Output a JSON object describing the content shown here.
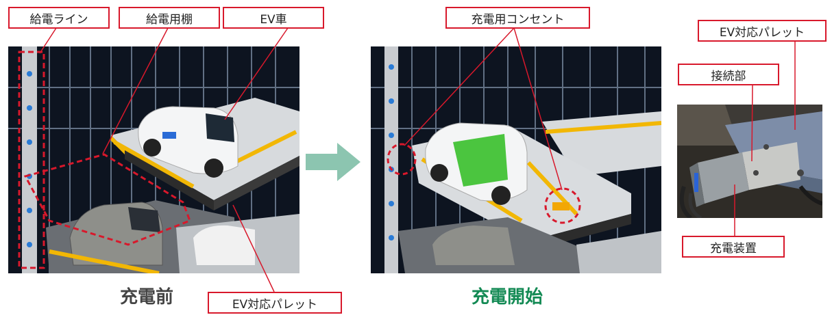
{
  "diagram": {
    "before": {
      "labels": {
        "power_line": "給電ライン",
        "charging_shelf": "給電用棚",
        "ev_car": "EV車",
        "ev_pallet": "EV対応パレット"
      },
      "caption": "充電前"
    },
    "after": {
      "labels": {
        "charging_outlet": "充電用コンセント"
      },
      "caption": "充電開始"
    },
    "detail": {
      "labels": {
        "ev_pallet": "EV対応パレット",
        "connector": "接続部",
        "charger": "充電装置"
      }
    },
    "colors": {
      "accent_red": "#d8182b",
      "arrow_teal": "#8cc5b0",
      "caption_green": "#138a54",
      "steel_yellow": "#f2b705"
    },
    "icons": [
      "right-arrow-icon"
    ]
  }
}
